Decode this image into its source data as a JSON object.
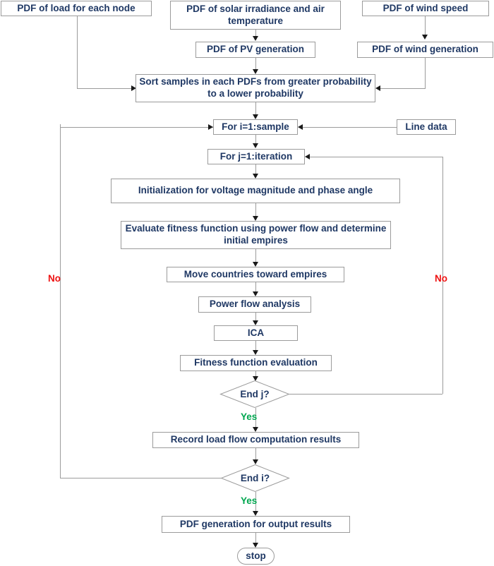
{
  "diagram": {
    "title": "Probabilistic load flow with ICA optimization flowchart",
    "colors": {
      "node_text": "#1f3864",
      "node_border": "#9b9b9b",
      "edge": "#9b9b9b",
      "arrow": "#1a1a1a",
      "no_label": "#ee1111",
      "yes_label": "#00a64f",
      "background": "#ffffff"
    },
    "nodes": {
      "pdf_load": "PDF of load for each node",
      "pdf_solar": "PDF of solar irradiance and air temperature",
      "pdf_wind_speed": "PDF of wind speed",
      "pdf_pv_gen": "PDF of PV generation",
      "pdf_wind_gen": "PDF of wind generation",
      "sort_samples": "Sort samples in each PDFs  from greater probability to a  lower probability",
      "for_i": "For i=1:sample",
      "line_data": "Line data",
      "for_j": "For j=1:iteration",
      "initialization": "Initialization for voltage magnitude and phase angle",
      "evaluate_fitness": "Evaluate fitness function using power flow and determine initial empires",
      "move_countries": "Move countries toward empires",
      "power_flow": "Power flow analysis",
      "ica": "ICA",
      "fitness_eval": "Fitness function evaluation",
      "end_j": "End j?",
      "record_results": "Record load flow computation results",
      "end_i": "End i?",
      "pdf_output": "PDF generation for output results",
      "stop": "stop"
    },
    "edge_labels": {
      "no_left": "No",
      "no_right": "No",
      "yes_j": "Yes",
      "yes_i": "Yes"
    }
  }
}
